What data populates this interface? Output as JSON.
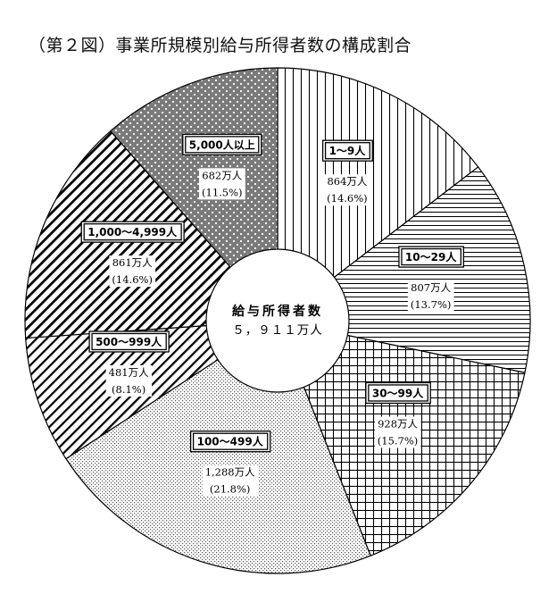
{
  "title": "（第２図）事業所規模別給与所得者数の構成割合",
  "chart_data": {
    "type": "pie",
    "center_label": {
      "line1": "給与所得者数",
      "line2": "５，９１１万人"
    },
    "slices": [
      {
        "category": "1～9人",
        "value_label": "864万人",
        "percent_label": "(14.6%)",
        "percent": 14.6,
        "value": 864,
        "pattern": "vertical-lines"
      },
      {
        "category": "10～29人",
        "value_label": "807万人",
        "percent_label": "(13.7%)",
        "percent": 13.7,
        "value": 807,
        "pattern": "horizontal-lines"
      },
      {
        "category": "30～99人",
        "value_label": "928万人",
        "percent_label": "(15.7%)",
        "percent": 15.7,
        "value": 928,
        "pattern": "grid"
      },
      {
        "category": "100～499人",
        "value_label": "1,288万人",
        "percent_label": "(21.8%)",
        "percent": 21.8,
        "value": 1288,
        "pattern": "fine-dots"
      },
      {
        "category": "500～999人",
        "value_label": "481万人",
        "percent_label": "(8.1%)",
        "percent": 8.1,
        "value": 481,
        "pattern": "diagonal-thin"
      },
      {
        "category": "1,000～4,999人",
        "value_label": "861万人",
        "percent_label": "(14.6%)",
        "percent": 14.6,
        "value": 861,
        "pattern": "diagonal-thick"
      },
      {
        "category": "5,000人以上",
        "value_label": "682万人",
        "percent_label": "(11.5%)",
        "percent": 11.5,
        "value": 682,
        "pattern": "dark-dots"
      }
    ]
  }
}
